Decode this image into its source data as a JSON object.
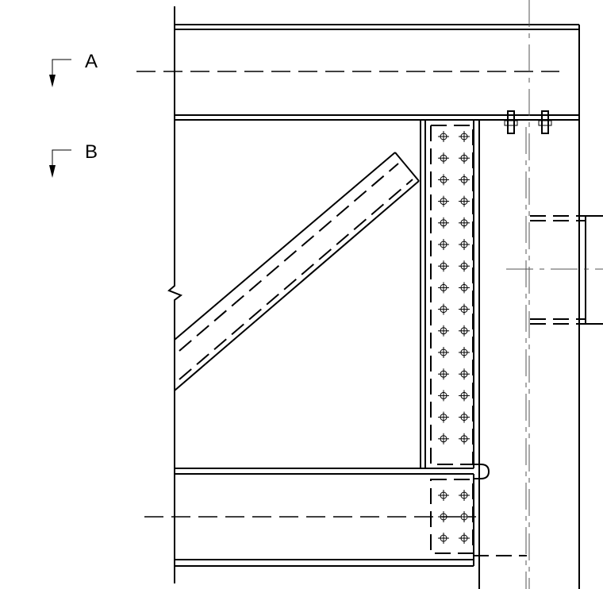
{
  "section_markers": [
    {
      "label": "A"
    },
    {
      "label": "B"
    }
  ],
  "bolt_groups": [
    {
      "name": "vertical-plate-bolts",
      "columns": 2,
      "rows": 15
    },
    {
      "name": "lower-plate-bolts",
      "columns": 2,
      "rows": 3
    }
  ]
}
